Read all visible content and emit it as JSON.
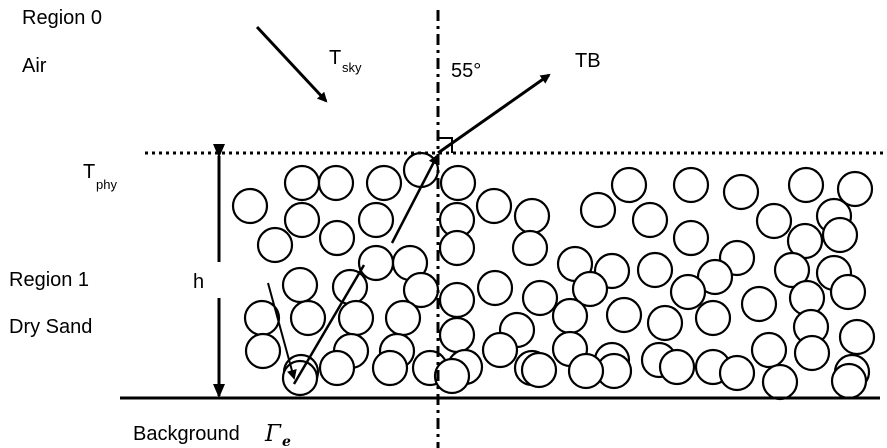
{
  "labels": {
    "region0": "Region 0",
    "air": "Air",
    "tsky_main": "T",
    "tsky_sub": "sky",
    "angle": "55°",
    "tb": "TB",
    "tphy_main": "T",
    "tphy_sub": "phy",
    "region1": "Region 1",
    "h": "h",
    "drysand": "Dry Sand",
    "background": "Background",
    "gamma_main": "Γ",
    "gamma_sub": "e"
  },
  "colors": {
    "line": "#000000",
    "particle_fill": "#ffffff",
    "background": "#ffffff"
  }
}
